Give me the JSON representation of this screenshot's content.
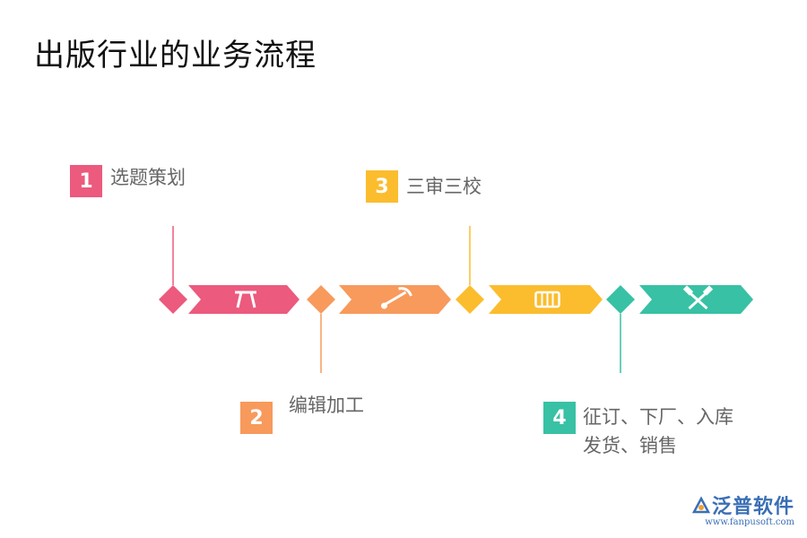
{
  "title": "出版行业的业务流程",
  "steps": [
    {
      "num": "1",
      "lines": [
        "选题策划"
      ],
      "color": "#ec5a7d",
      "icon": "tools-icon"
    },
    {
      "num": "2",
      "lines": [
        "编辑加工"
      ],
      "color": "#f79a5c",
      "icon": "hammer-saw-icon"
    },
    {
      "num": "3",
      "lines": [
        "三审三校"
      ],
      "color": "#fbbd2e",
      "icon": "ruler-icon"
    },
    {
      "num": "4",
      "lines": [
        "征订、下厂、入库",
        "发货、销售"
      ],
      "color": "#38c1a5",
      "icon": "crossed-hammers-icon"
    }
  ],
  "watermark": {
    "name": "泛普软件",
    "url": "www.fanpusoft.com"
  }
}
